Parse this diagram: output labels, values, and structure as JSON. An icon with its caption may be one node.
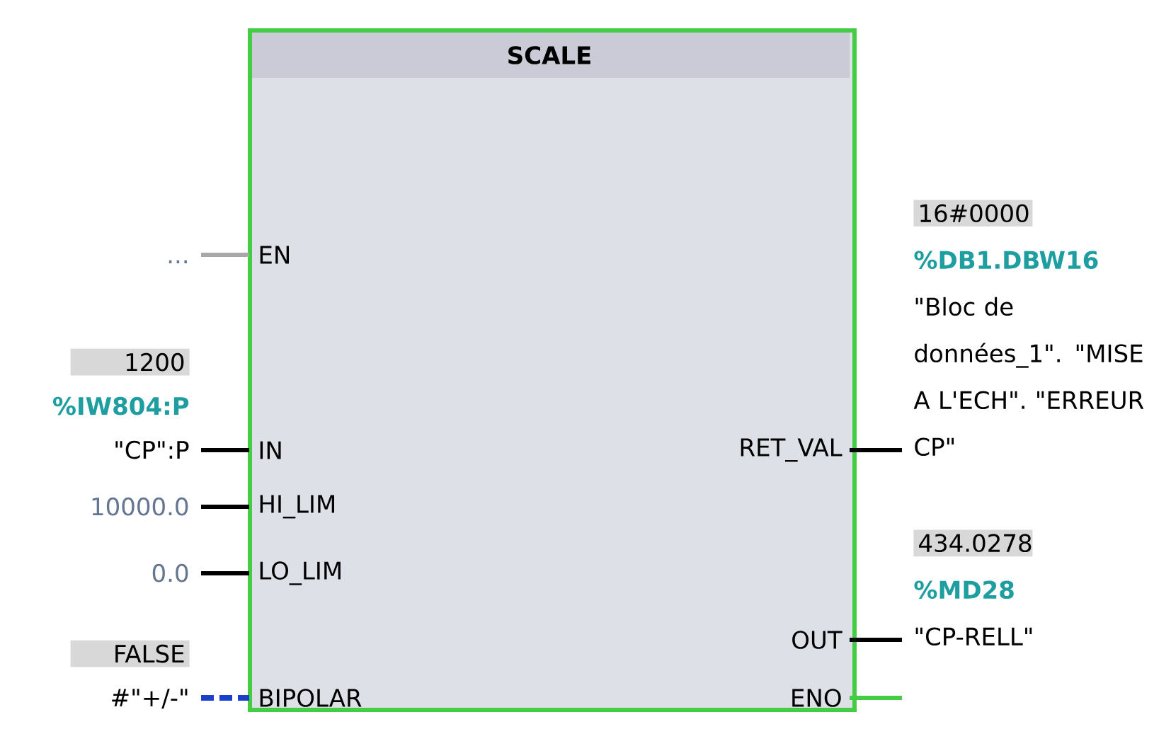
{
  "diagram": {
    "nodes": [
      {
        "text": [
          "SCALE"
        ]
      },
      {
        "text": [
          "EN"
        ],
        "in": 0
      },
      {
        "text": [
          "IN"
        ],
        "in": 0
      },
      {
        "text": [
          "HI_LIM"
        ],
        "in": 0
      },
      {
        "text": [
          "LO_LIM"
        ],
        "in": 0
      },
      {
        "text": [
          "BIPOLAR"
        ],
        "in": 0
      },
      {
        "text": [
          "RET_VAL"
        ],
        "in": 0
      },
      {
        "text": [
          "OUT"
        ],
        "in": 0
      },
      {
        "text": [
          "ENO"
        ],
        "in": 0
      },
      {
        "text": [
          "..."
        ]
      },
      {
        "text": [
          "1200",
          "%IW804:P",
          "\"CP\":P"
        ]
      },
      {
        "text": [
          "10000.0"
        ]
      },
      {
        "text": [
          "0.0"
        ]
      },
      {
        "text": [
          "FALSE",
          "#\"+/-\""
        ]
      },
      {
        "text": [
          "16#0000",
          "%DB1.DBW16",
          "\"Bloc de données_1\". \"MISE A L'ECH\". \"ERREUR CP\""
        ]
      },
      {
        "text": [
          "434.0278",
          "%MD28",
          "\"CP-RELL\""
        ]
      }
    ],
    "edges": [
      {
        "from": 9,
        "to": 1,
        "arrow": "none",
        "color": "#a8a8a8"
      },
      {
        "from": 10,
        "to": 2,
        "arrow": "none"
      },
      {
        "from": 11,
        "to": 3,
        "arrow": "none"
      },
      {
        "from": 12,
        "to": 4,
        "arrow": "none"
      },
      {
        "from": 13,
        "to": 5,
        "arrow": "none",
        "style": "dashed",
        "color": "#1a3fc8"
      },
      {
        "from": 6,
        "to": 14,
        "arrow": "none"
      },
      {
        "from": 7,
        "to": 15,
        "arrow": "none"
      },
      {
        "from": 8,
        "to": null,
        "arrow": "none",
        "color": "#44cc44"
      }
    ]
  }
}
